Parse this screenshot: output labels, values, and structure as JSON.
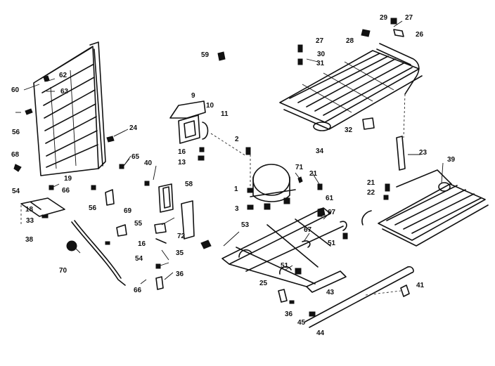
{
  "diagram": {
    "callouts": [
      "60",
      "62",
      "63",
      "56",
      "68",
      "54",
      "19",
      "66",
      "18",
      "33",
      "38",
      "70",
      "24",
      "65",
      "40",
      "56",
      "69",
      "55",
      "16",
      "54",
      "72",
      "35",
      "66",
      "36",
      "9",
      "10",
      "11",
      "16",
      "13",
      "58",
      "59",
      "2",
      "1",
      "3",
      "71",
      "21",
      "53",
      "61",
      "67",
      "67",
      "51",
      "51",
      "25",
      "36",
      "43",
      "45",
      "44",
      "41",
      "27",
      "30",
      "31",
      "28",
      "29",
      "27",
      "26",
      "32",
      "34",
      "23",
      "21",
      "22",
      "39"
    ]
  }
}
